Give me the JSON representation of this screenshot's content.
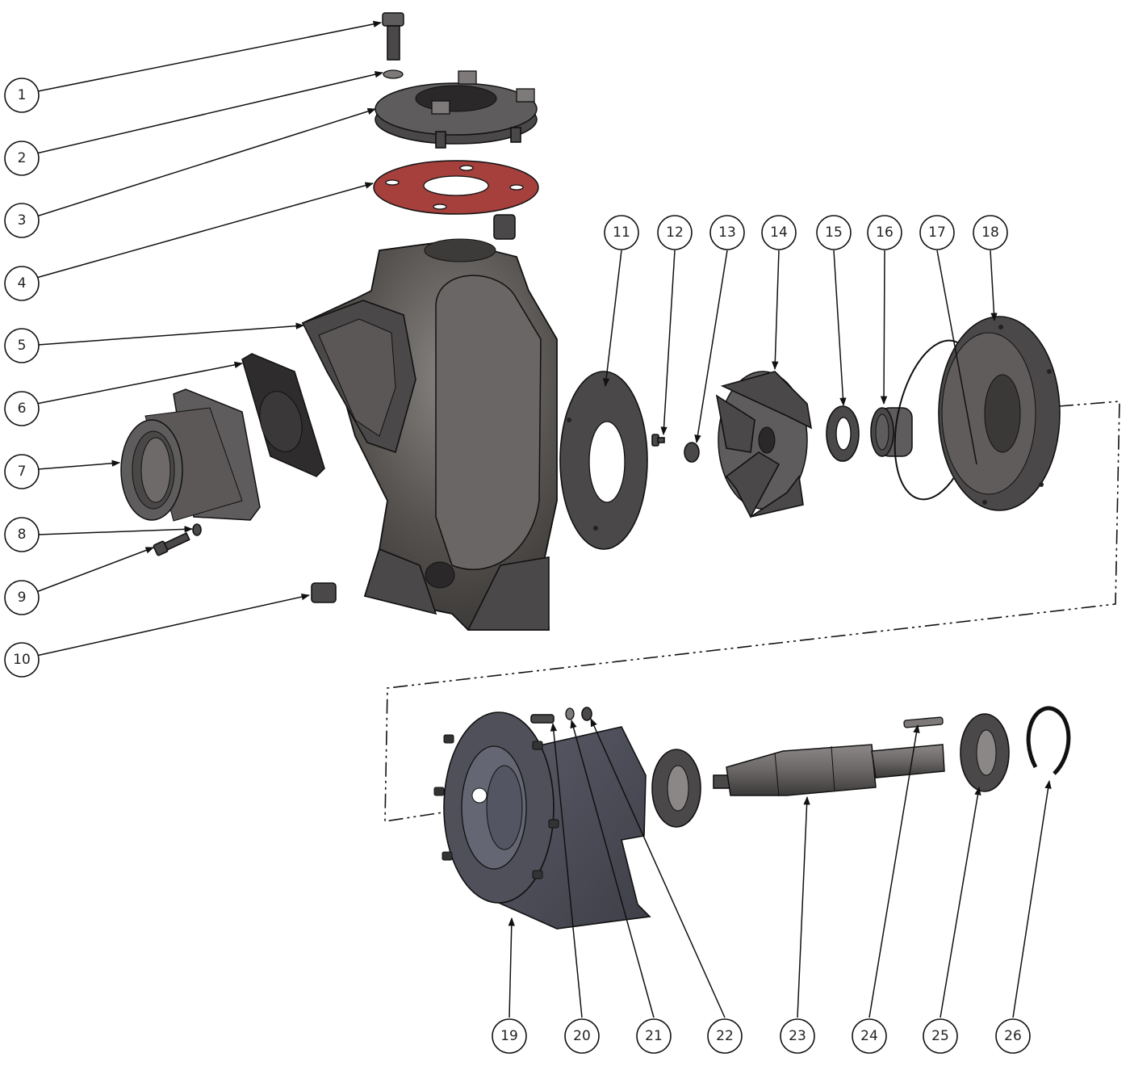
{
  "diagram": {
    "type": "exploded-parts-view",
    "subject": "self-priming centrifugal pump",
    "colors": {
      "gasket": "#a5403c",
      "casting": "#4a4848",
      "bearing_bracket": "#4f505a",
      "line": "#111111"
    },
    "callouts": [
      {
        "number": "1",
        "part": "bolt"
      },
      {
        "number": "2",
        "part": "washer"
      },
      {
        "number": "3",
        "part": "suction flange"
      },
      {
        "number": "4",
        "part": "flange gasket"
      },
      {
        "number": "5",
        "part": "pump casing"
      },
      {
        "number": "6",
        "part": "check valve flap"
      },
      {
        "number": "7",
        "part": "suction elbow"
      },
      {
        "number": "8",
        "part": "washer"
      },
      {
        "number": "9",
        "part": "bolt"
      },
      {
        "number": "10",
        "part": "drain plug"
      },
      {
        "number": "11",
        "part": "wear plate"
      },
      {
        "number": "12",
        "part": "screw"
      },
      {
        "number": "13",
        "part": "impeller nut"
      },
      {
        "number": "14",
        "part": "impeller"
      },
      {
        "number": "15",
        "part": "shim washer"
      },
      {
        "number": "16",
        "part": "mechanical seal"
      },
      {
        "number": "17",
        "part": "o-ring"
      },
      {
        "number": "18",
        "part": "seal plate"
      },
      {
        "number": "19",
        "part": "bearing bracket"
      },
      {
        "number": "20",
        "part": "stud"
      },
      {
        "number": "21",
        "part": "washer"
      },
      {
        "number": "22",
        "part": "nut"
      },
      {
        "number": "23",
        "part": "shaft"
      },
      {
        "number": "24",
        "part": "key"
      },
      {
        "number": "25",
        "part": "bearing"
      },
      {
        "number": "26",
        "part": "retaining ring"
      }
    ]
  }
}
